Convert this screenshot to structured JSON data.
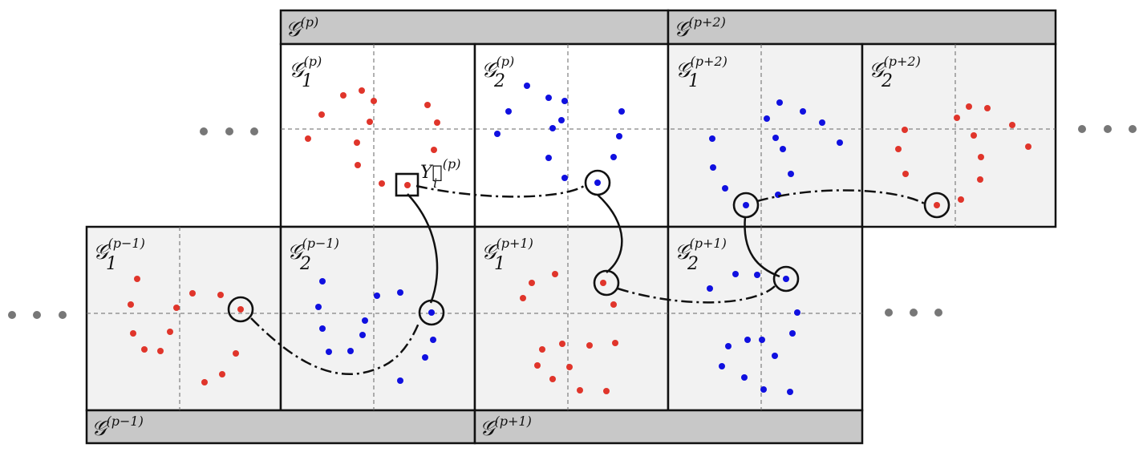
{
  "colors": {
    "red_point": "#e0352b",
    "blue_point": "#1010e0",
    "header_fill": "#c8c8c8",
    "shaded_cell": "#f2f2f2",
    "border": "#111111",
    "dots": "#777777"
  },
  "groups": {
    "g_p": {
      "base": "𝒢",
      "sup": "(p)"
    },
    "g_p2": {
      "base": "𝒢",
      "sup": "(p+2)"
    },
    "g_pm1": {
      "base": "𝒢",
      "sup": "(p−1)"
    },
    "g_p1": {
      "base": "𝒢",
      "sup": "(p+1)"
    }
  },
  "cells": {
    "p_1": {
      "base": "𝒢",
      "sub": "1",
      "sup": "(p)"
    },
    "p_2": {
      "base": "𝒢",
      "sub": "2",
      "sup": "(p)"
    },
    "p2_1": {
      "base": "𝒢",
      "sub": "1",
      "sup": "(p+2)"
    },
    "p2_2": {
      "base": "𝒢",
      "sub": "2",
      "sup": "(p+2)"
    },
    "pm1_1": {
      "base": "𝒢",
      "sub": "1",
      "sup": "(p−1)"
    },
    "pm1_2": {
      "base": "𝒢",
      "sub": "2",
      "sup": "(p−1)"
    },
    "p1_1": {
      "base": "𝒢",
      "sub": "1",
      "sup": "(p+1)"
    },
    "p1_2": {
      "base": "𝒢",
      "sub": "2",
      "sup": "(p+1)"
    }
  },
  "marked_point": {
    "base": "Y⃗",
    "sub": "i",
    "sup": "(p)"
  },
  "ellipsis_icons": [
    "dots-icon",
    "dots-icon",
    "dots-icon",
    "dots-icon"
  ]
}
